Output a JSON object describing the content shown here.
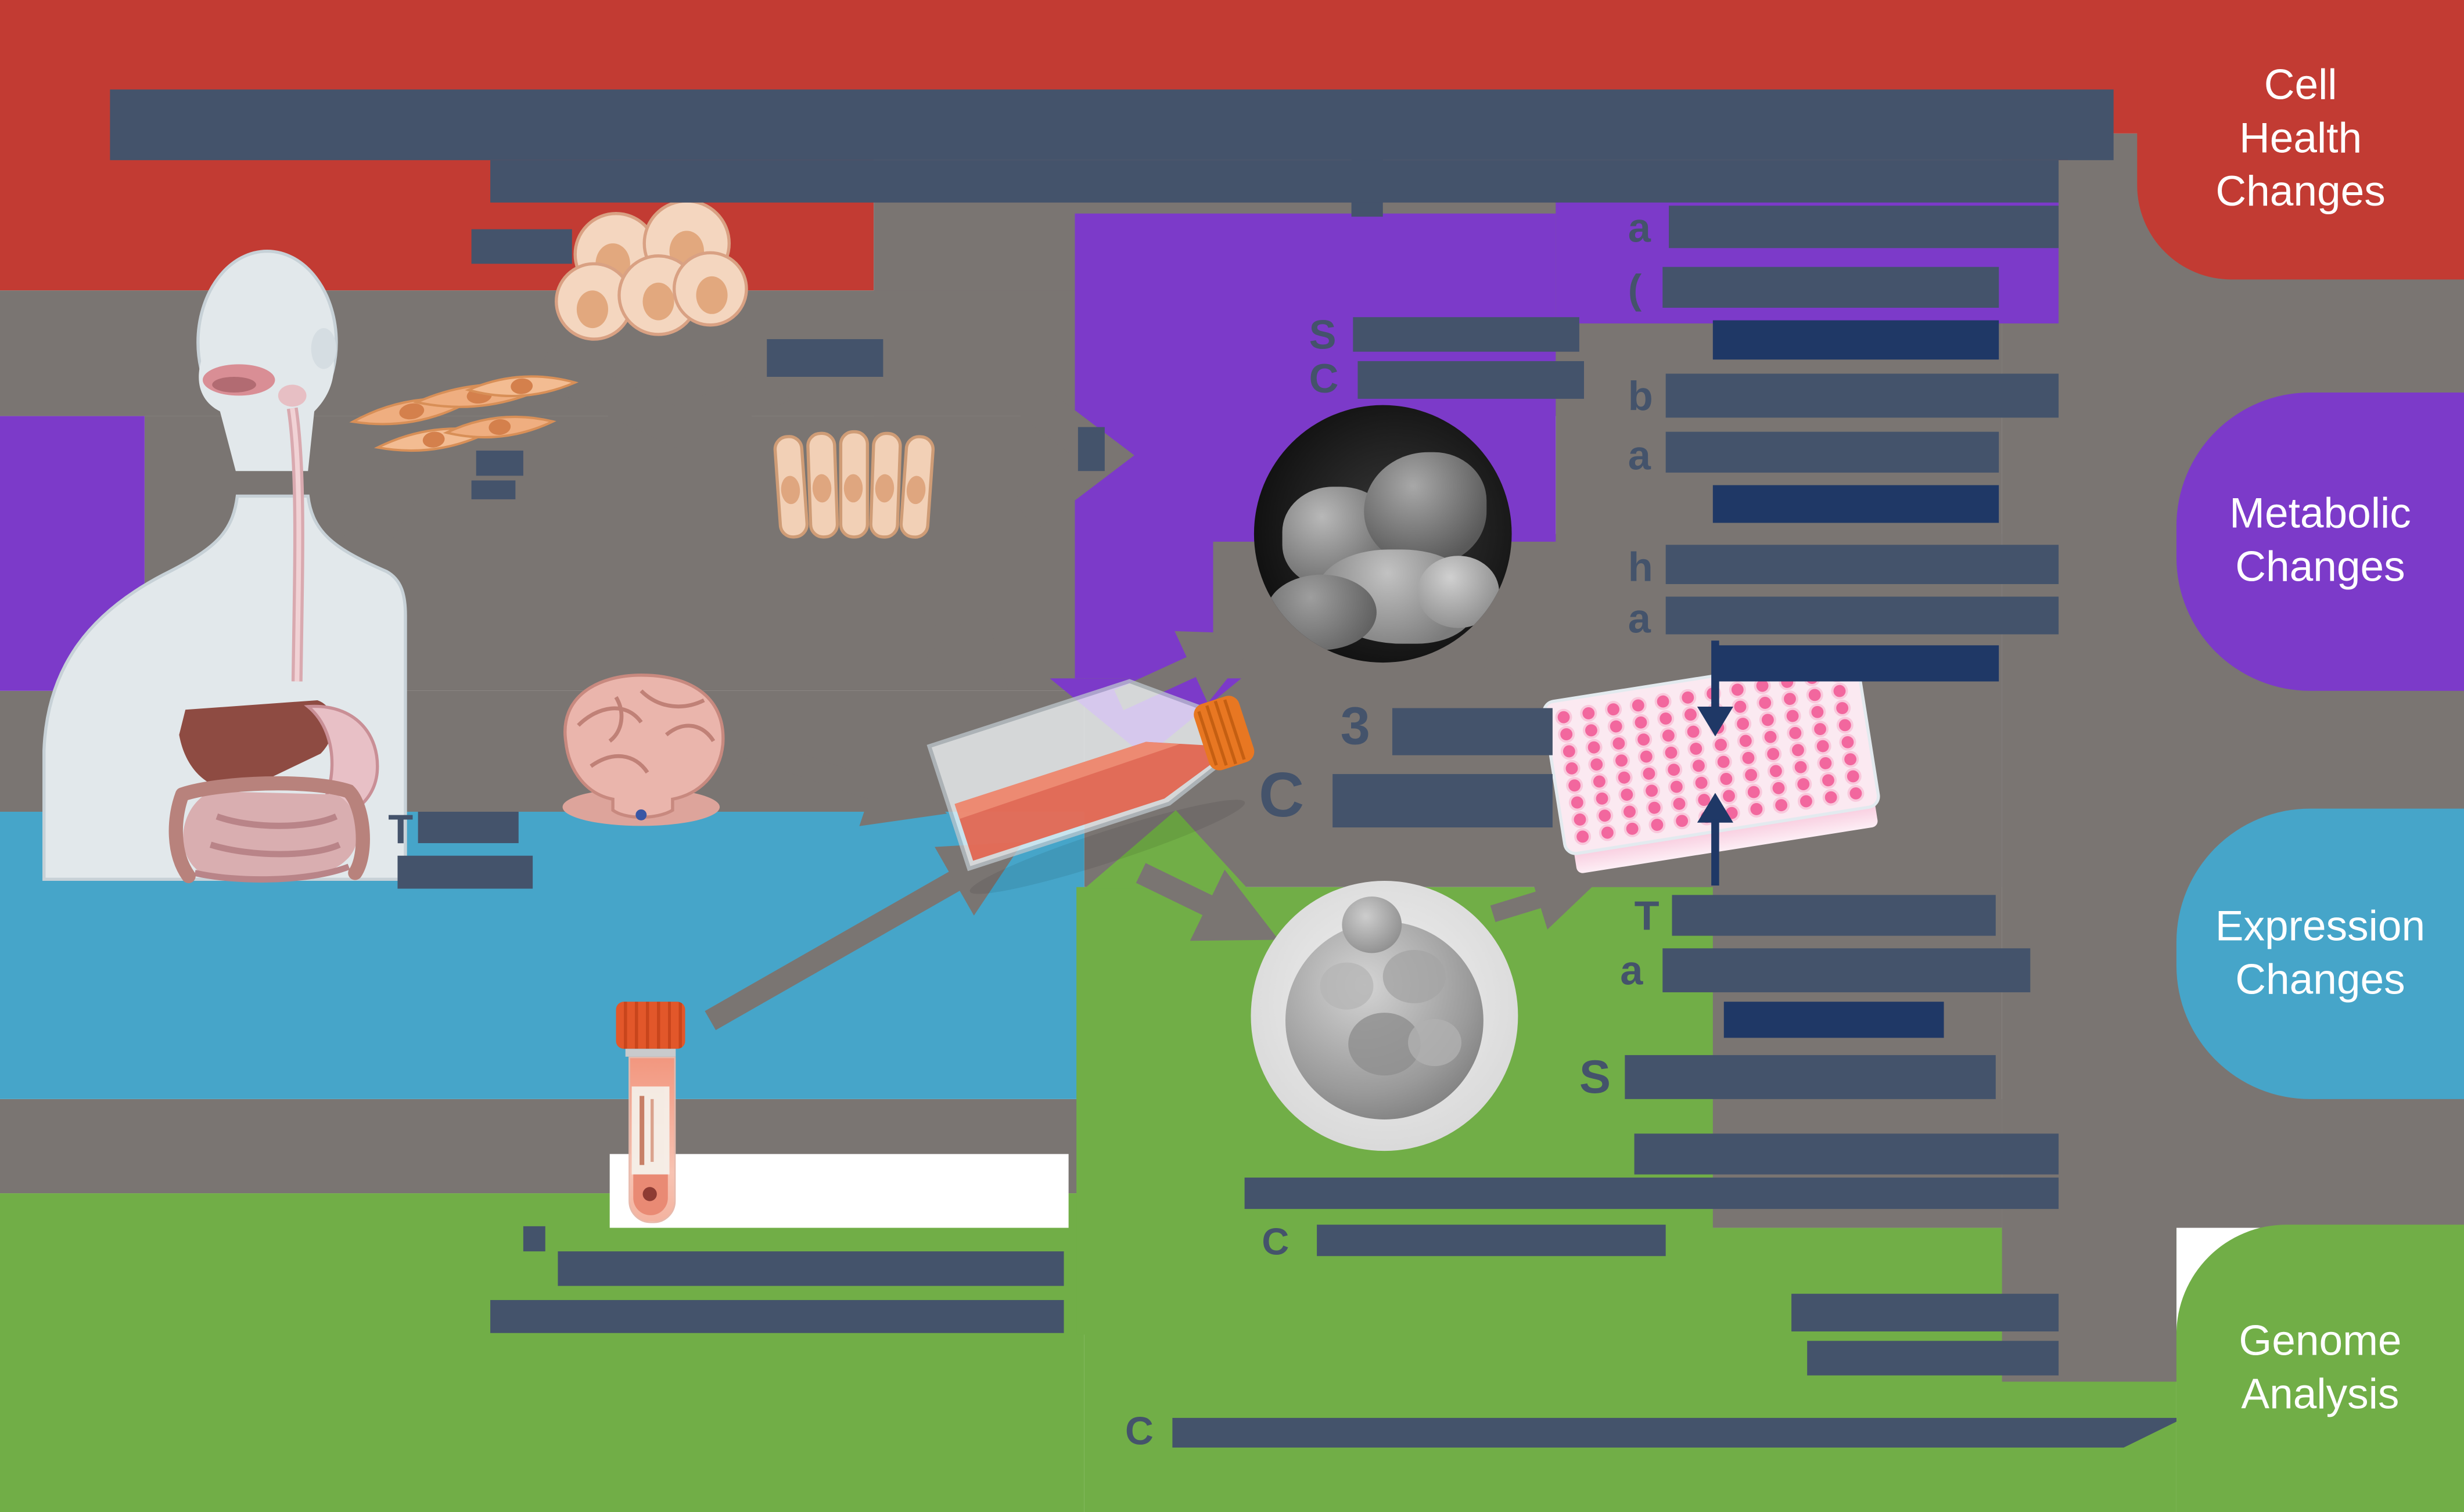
{
  "side_labels": [
    {
      "id": "cell-health",
      "text": "Cell Health Changes",
      "color": "#C23B33"
    },
    {
      "id": "metabolic",
      "text": "Metabolic Changes",
      "color": "#7C3AC9"
    },
    {
      "id": "expression",
      "text": "Expression Changes",
      "color": "#46A5C9"
    },
    {
      "id": "genome",
      "text": "Genome Analysis",
      "color": "#71AE47"
    }
  ],
  "fragments": {
    "spheroid_line1": "S",
    "spheroid_line2": "C",
    "center_line1": "3",
    "center_line2": "C",
    "upper_col_line1": "a",
    "upper_col_line2": "(",
    "upper_col_line4": "b",
    "upper_col_line5": "a",
    "upper_col_line7": "h",
    "upper_col_line8": "a",
    "lower_col_line1": "T",
    "lower_col_line2": "a",
    "lower_col_line4": "S",
    "bottom_center_line": "C",
    "bottom_bar": "C",
    "brain_label": "T"
  },
  "colors": {
    "red_band": "#C23B33",
    "purple_band": "#7C3AC9",
    "blue_band": "#46A5C9",
    "green_band": "#71AE47",
    "gray": "#7A7572",
    "navy_text_block": "#44536B",
    "navy_dark_block": "#1F3866",
    "white": "#FFFFFF"
  },
  "icons": {
    "human_body": "human-digestive-system-illustration",
    "round_cells": "primary-cell-cluster-illustration",
    "spindle_cells": "fibroblast-cells-illustration",
    "columnar_cells": "epithelial-cells-illustration",
    "brain_organ": "brain-tissue-illustration",
    "flask": "cell-culture-flask-photo",
    "spheroid_top": "sem-3d-cell-culture-photo",
    "spheroid_bottom": "sem-spheroid-photo",
    "well_plate": "96-well-plate-photo",
    "vial": "sample-tube-photo"
  }
}
